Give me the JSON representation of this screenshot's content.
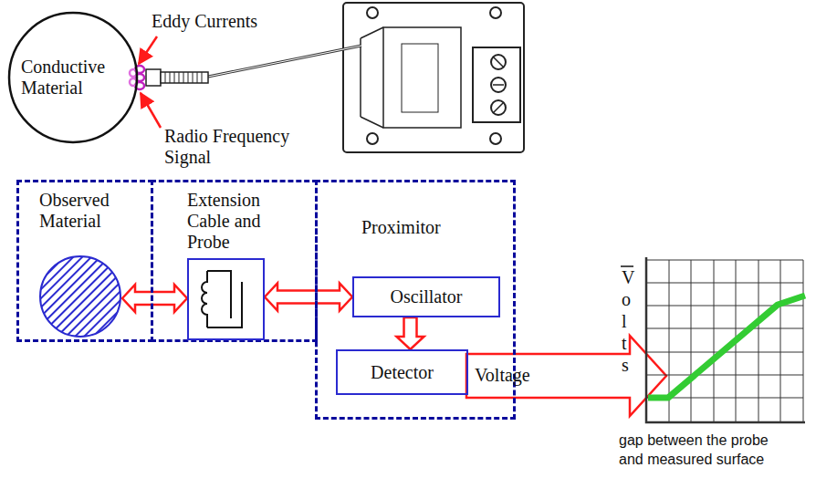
{
  "diagram": {
    "nodes": [
      {
        "text": [
          "Conductive Material"
        ]
      },
      {
        "text": [
          "Observed Material"
        ]
      },
      {
        "text": [
          "Extension Cable and Probe"
        ]
      },
      {
        "text": [
          "Proximitor"
        ]
      },
      {
        "text": [
          "Oscillator"
        ],
        "in": 3
      },
      {
        "text": [
          "Detector"
        ],
        "in": 3
      }
    ],
    "edges": [
      {
        "from": 1,
        "to": 2,
        "arrow": "both"
      },
      {
        "from": 2,
        "to": 4,
        "arrow": "both"
      },
      {
        "from": 4,
        "to": 5,
        "arrow": "to"
      }
    ],
    "labels": [
      "Eddy Currents",
      "Radio Frequency Signal",
      "Voltage",
      "Volts",
      "gap between the probe and measured surface"
    ]
  }
}
